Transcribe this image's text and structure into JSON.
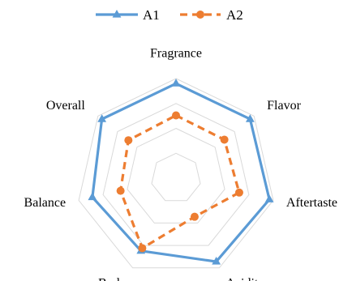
{
  "chart_data": {
    "type": "radar",
    "categories": [
      "Fragrance",
      "Flavor",
      "Aftertaste",
      "Acidity",
      "Body",
      "Balance",
      "Overall"
    ],
    "series": [
      {
        "name": "A1",
        "values": [
          0.95,
          0.95,
          0.96,
          0.93,
          0.81,
          0.86,
          0.95
        ],
        "color": "#5b9bd5",
        "marker": "triangle",
        "line": "solid"
      },
      {
        "name": "A2",
        "values": [
          0.63,
          0.62,
          0.65,
          0.43,
          0.78,
          0.57,
          0.61
        ],
        "color": "#ed7d31",
        "marker": "circle",
        "line": "dashed"
      }
    ],
    "rlim": [
      0,
      1
    ],
    "grid_levels": [
      0.25,
      0.5,
      0.75,
      1.0
    ],
    "grid": true,
    "legend_position": "top"
  }
}
